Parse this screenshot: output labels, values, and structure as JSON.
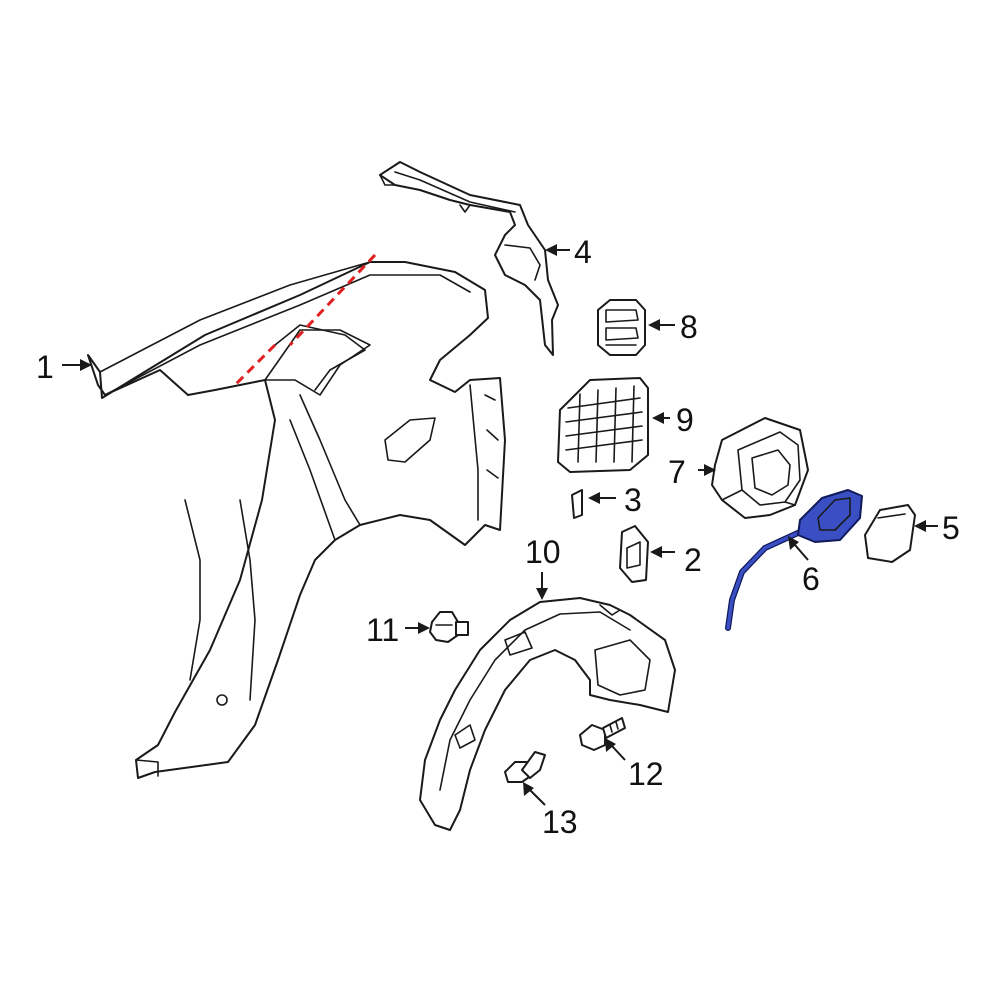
{
  "diagram": {
    "highlight_color": "#3a4fc4",
    "cut_line_color": "#e02020",
    "callouts": {
      "c1": "1",
      "c2": "2",
      "c3": "3",
      "c4": "4",
      "c5": "5",
      "c6": "6",
      "c7": "7",
      "c8": "8",
      "c9": "9",
      "c10": "10",
      "c11": "11",
      "c12": "12",
      "c13": "13"
    }
  }
}
